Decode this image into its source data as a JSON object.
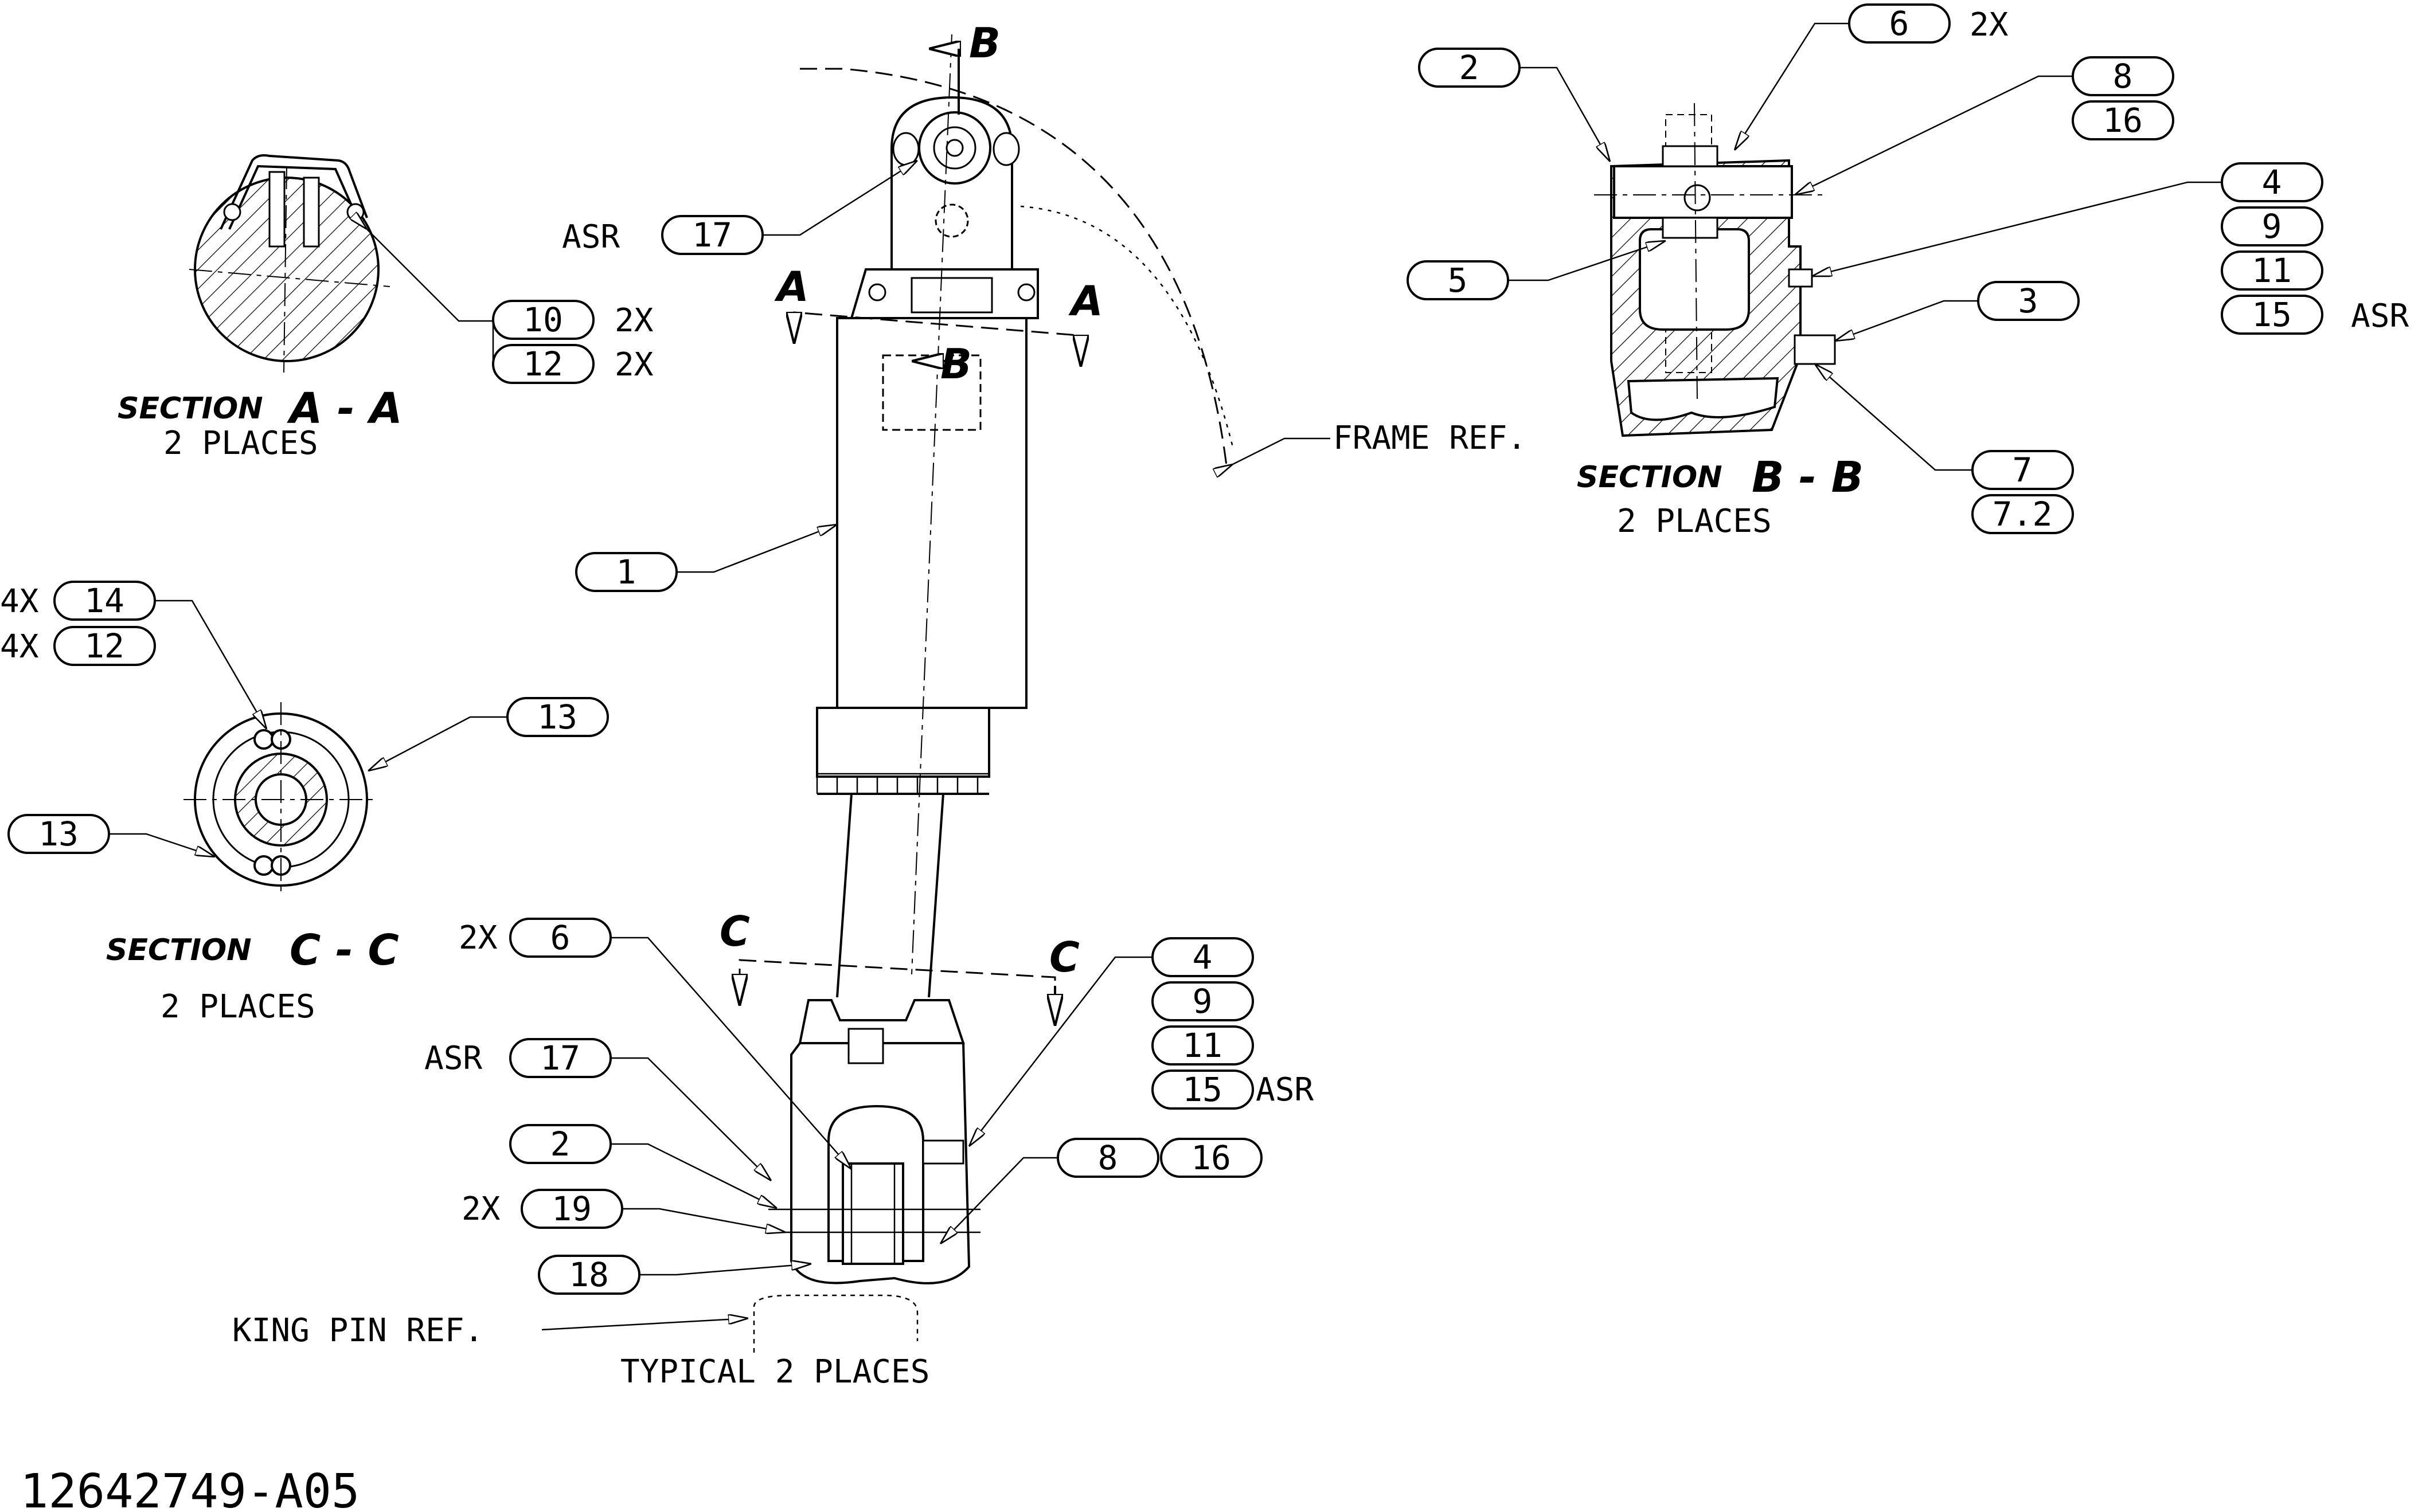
{
  "drawing_number": "12642749-A05",
  "sections": {
    "aa": {
      "title": "SECTION",
      "letter": "A - A",
      "places": "2 PLACES"
    },
    "bb": {
      "title": "SECTION",
      "letter": "B - B",
      "places": "2 PLACES"
    },
    "cc": {
      "title": "SECTION",
      "letter": "C - C",
      "places": "2 PLACES"
    }
  },
  "cut_labels": {
    "a": "A",
    "b": "B",
    "c": "C"
  },
  "notes": {
    "frame_ref": "FRAME REF.",
    "king_pin_ref": "KING PIN REF.",
    "typical": "TYPICAL 2 PLACES",
    "asr": "ASR",
    "two_x": "2X",
    "four_x": "4X"
  },
  "balloons": {
    "aa_10": "10",
    "aa_12": "12",
    "main_17": "17",
    "main_1": "1",
    "bb_2": "2",
    "bb_6": "6",
    "bb_8": "8",
    "bb_16": "16",
    "bb_4": "4",
    "bb_9": "9",
    "bb_11": "11",
    "bb_15": "15",
    "bb_5": "5",
    "bb_3": "3",
    "bb_7": "7",
    "bb_72": "7.2",
    "cc_14": "14",
    "cc_12": "12",
    "cc_13a": "13",
    "cc_13b": "13",
    "low_6": "6",
    "low_17": "17",
    "low_2": "2",
    "low_19": "19",
    "low_18": "18",
    "low_4": "4",
    "low_9": "9",
    "low_11": "11",
    "low_15": "15",
    "low_8": "8",
    "low_16": "16"
  }
}
